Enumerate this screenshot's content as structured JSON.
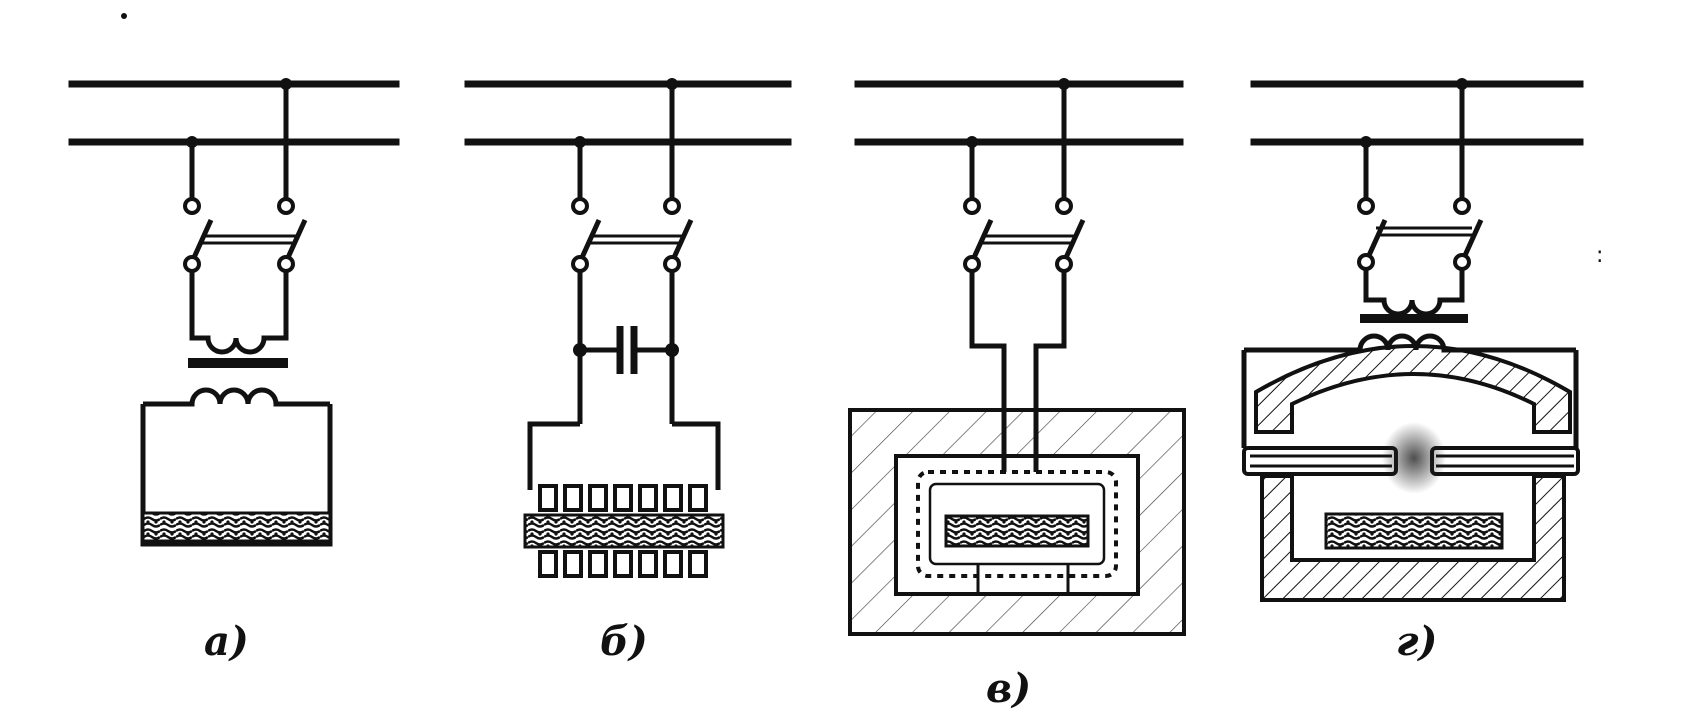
{
  "panels": [
    {
      "id": "a",
      "caption": "а)"
    },
    {
      "id": "b",
      "caption": "б)"
    },
    {
      "id": "v",
      "caption": "в)"
    },
    {
      "id": "g",
      "caption": "г)"
    }
  ],
  "colors": {
    "ink": "#111111",
    "background": "#ffffff"
  }
}
